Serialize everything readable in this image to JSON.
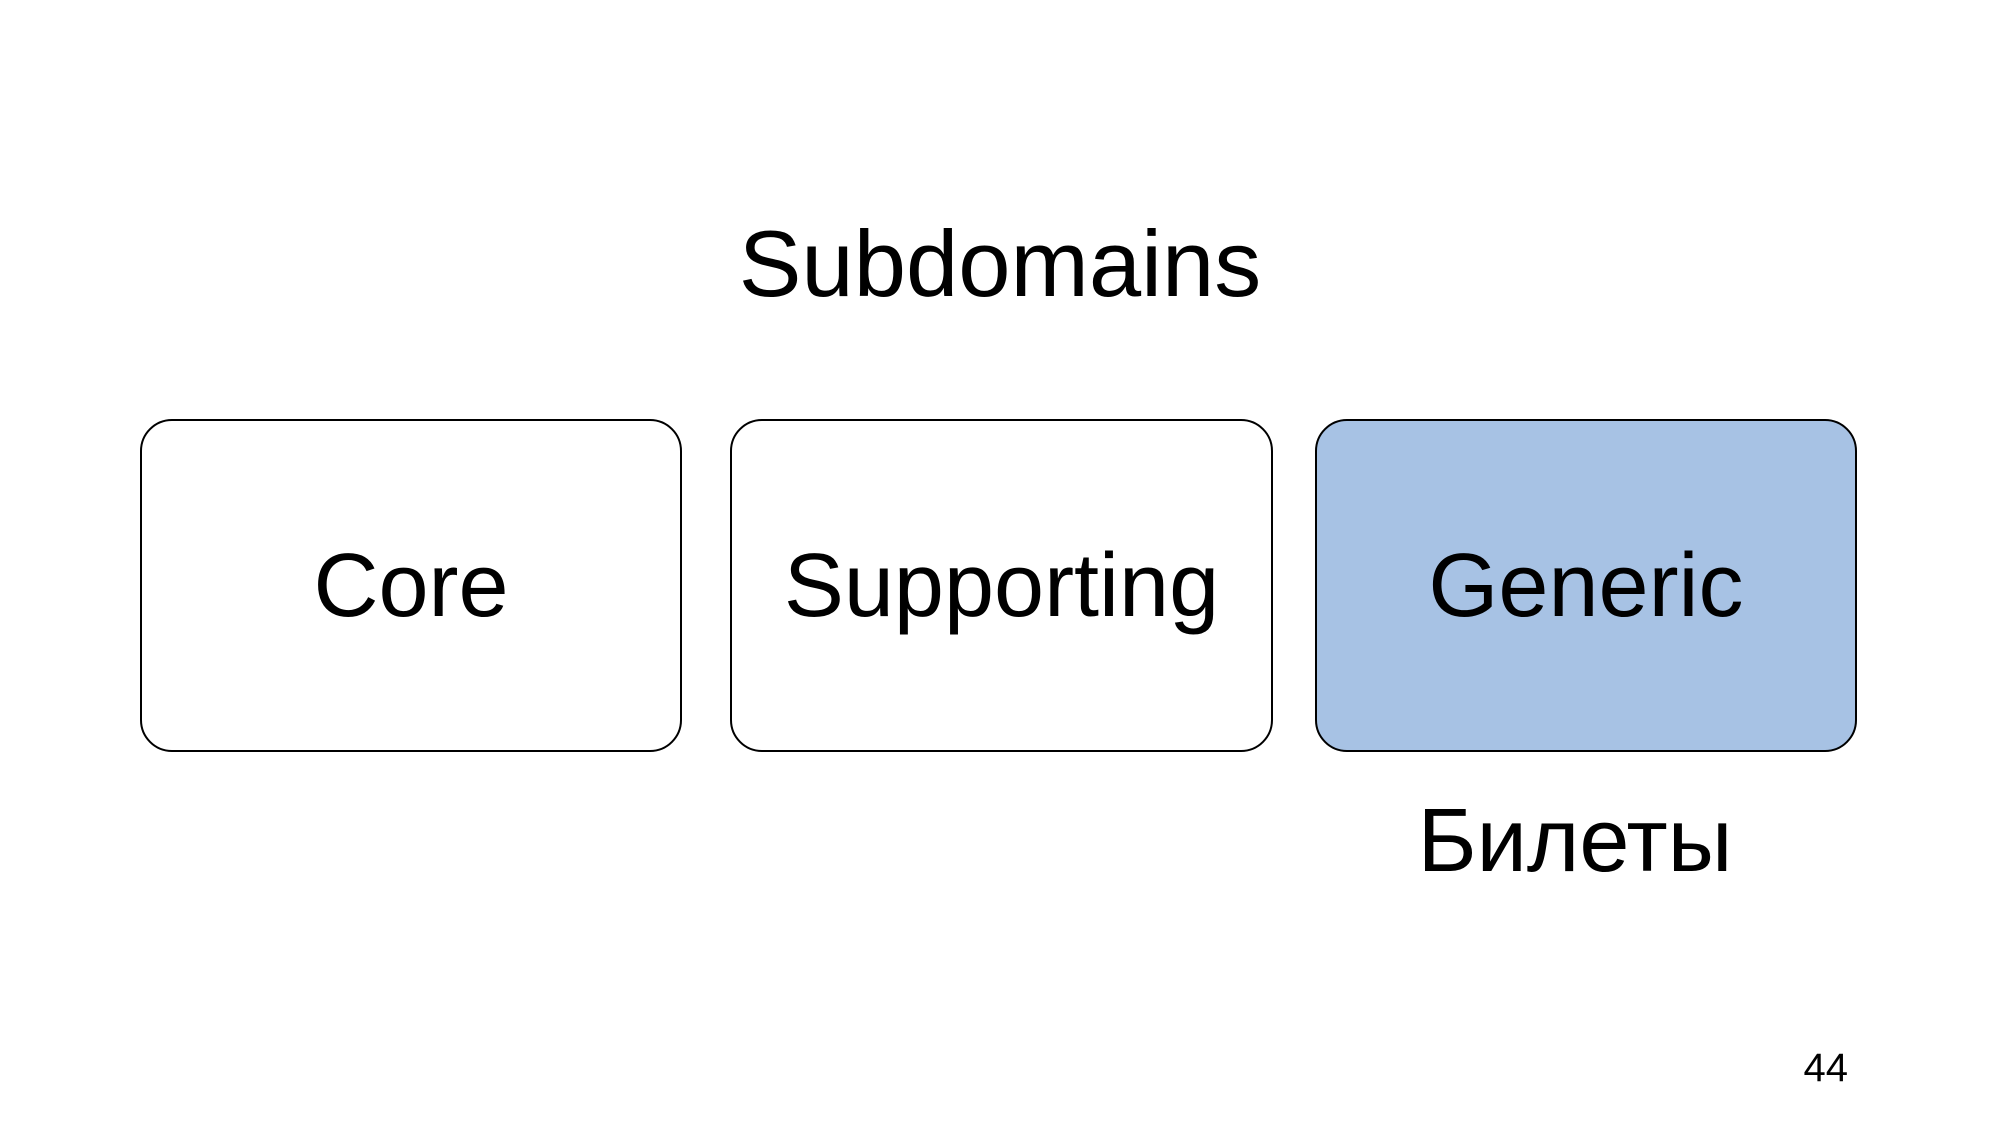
{
  "slide": {
    "title": "Subdomains",
    "boxes": [
      {
        "label": "Core",
        "highlighted": false
      },
      {
        "label": "Supporting",
        "highlighted": false
      },
      {
        "label": "Generic",
        "highlighted": true
      }
    ],
    "annotation": "Билеты",
    "page_number": "44",
    "colors": {
      "background": "#ffffff",
      "box_border": "#000000",
      "highlight_fill": "#a7c2e4",
      "text": "#000000"
    }
  }
}
